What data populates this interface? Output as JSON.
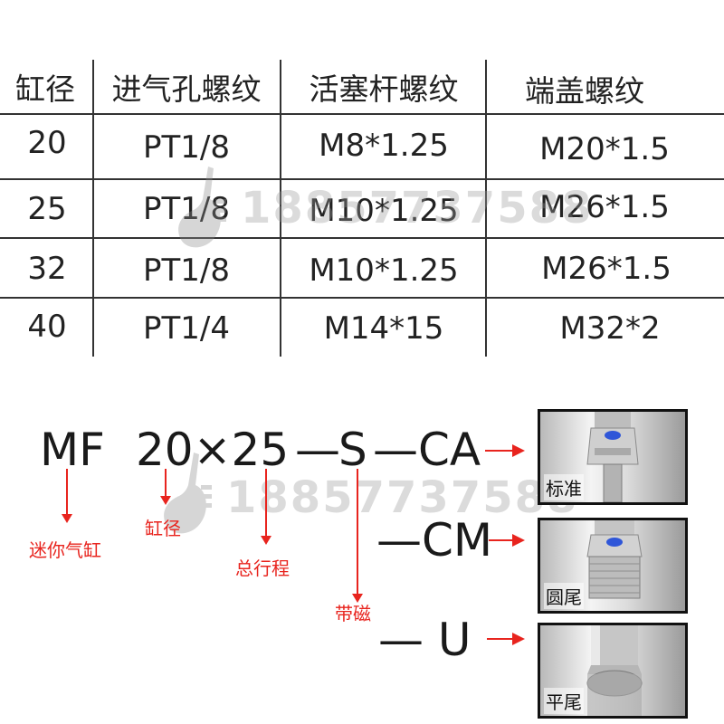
{
  "table": {
    "headers": [
      "缸径",
      "进气孔螺纹",
      "活塞杆螺纹",
      "端盖螺纹"
    ],
    "rows": [
      [
        "20",
        "PT1/8",
        "M8*1.25",
        "M20*1.5"
      ],
      [
        "25",
        "PT1/8",
        "M10*1.25",
        "M26*1.5"
      ],
      [
        "32",
        "PT1/8",
        "M10*1.25",
        "M26*1.5"
      ],
      [
        "40",
        "PT1/4",
        "M14*15",
        "M32*2"
      ]
    ]
  },
  "watermark": {
    "text": "18857737588"
  },
  "model_code": {
    "prefix": "MF",
    "size": "20×25",
    "sep1": "—",
    "magnet": "S",
    "sep2": "—",
    "end_ca": "CA",
    "end_cm": "—CM",
    "end_u": "— U"
  },
  "annotations": {
    "prefix_label": "迷你气缸",
    "bore_label": "缸径",
    "stroke_label": "总行程",
    "magnet_label": "带磁"
  },
  "options": [
    {
      "label": "标准"
    },
    {
      "label": "圆尾"
    },
    {
      "label": "平尾"
    }
  ],
  "colors": {
    "accent": "#e8241e",
    "text": "#222222",
    "line": "#333333"
  }
}
